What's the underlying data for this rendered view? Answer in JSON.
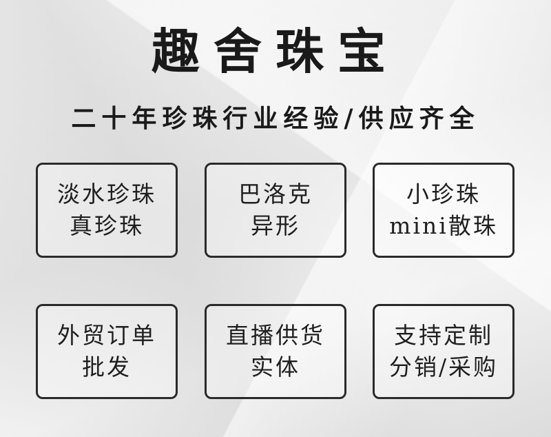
{
  "brand": "趣舍珠宝",
  "tagline": "二十年珍珠行业经验/供应齐全",
  "cards": [
    {
      "line1": "淡水珍珠",
      "line2": "真珍珠"
    },
    {
      "line1": "巴洛克",
      "line2": "异形"
    },
    {
      "line1": "小珍珠",
      "line2": "mini散珠"
    },
    {
      "line1": "外贸订单",
      "line2": "批发"
    },
    {
      "line1": "直播供货",
      "line2": "实体"
    },
    {
      "line1": "支持定制",
      "line2": "分销/采购"
    }
  ]
}
